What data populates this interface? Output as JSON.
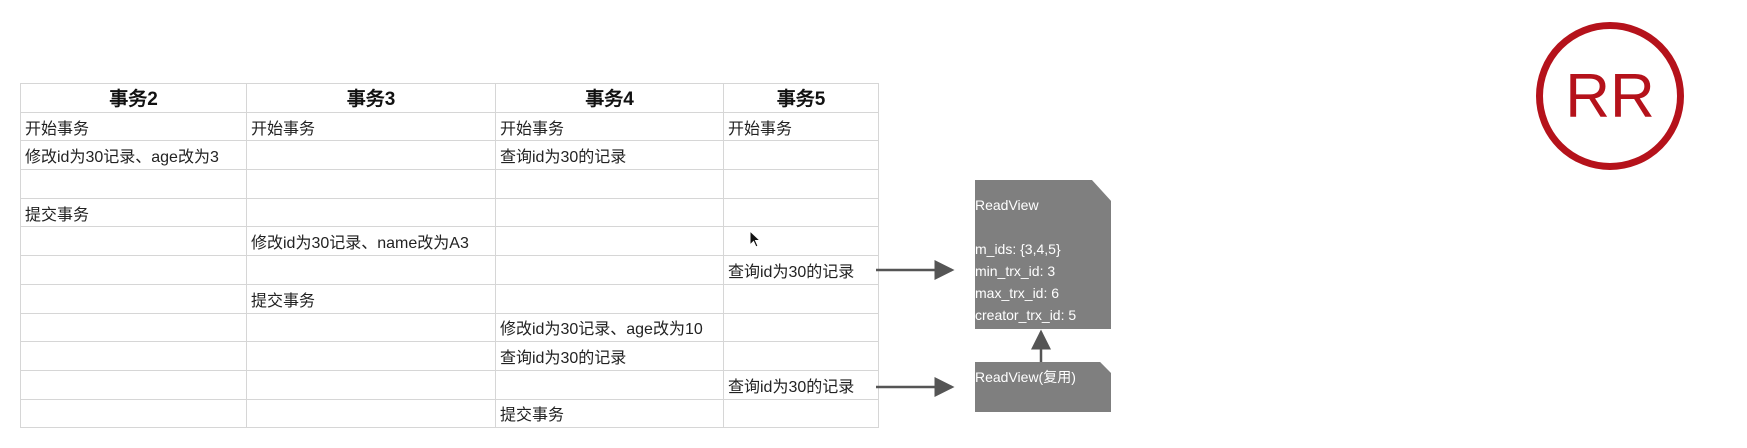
{
  "badge": "RR",
  "table": {
    "headers": [
      "事务2",
      "事务3",
      "事务4",
      "事务5"
    ],
    "rows": [
      [
        "开始事务",
        "开始事务",
        "开始事务",
        "开始事务"
      ],
      [
        "修改id为30记录、age改为3",
        "",
        "查询id为30的记录",
        ""
      ],
      [
        "",
        "",
        "",
        ""
      ],
      [
        "提交事务",
        "",
        "",
        ""
      ],
      [
        "",
        "修改id为30记录、name改为A3",
        "",
        ""
      ],
      [
        "",
        "",
        "",
        "查询id为30的记录"
      ],
      [
        "",
        "提交事务",
        "",
        ""
      ],
      [
        "",
        "",
        "修改id为30记录、age改为10",
        ""
      ],
      [
        "",
        "",
        "查询id为30的记录",
        ""
      ],
      [
        "",
        "",
        "",
        "查询id为30的记录"
      ],
      [
        "",
        "",
        "提交事务",
        ""
      ]
    ]
  },
  "readview1": {
    "title": "ReadView",
    "m_ids": "m_ids: {3,4,5}",
    "min_trx_id": "min_trx_id: 3",
    "max_trx_id": "max_trx_id: 6",
    "creator_trx_id": "creator_trx_id: 5"
  },
  "readview2": {
    "title": "ReadView(复用)"
  },
  "colors": {
    "badge": "#b5121b",
    "doc": "#7f7f7f",
    "arrow": "#555555"
  }
}
